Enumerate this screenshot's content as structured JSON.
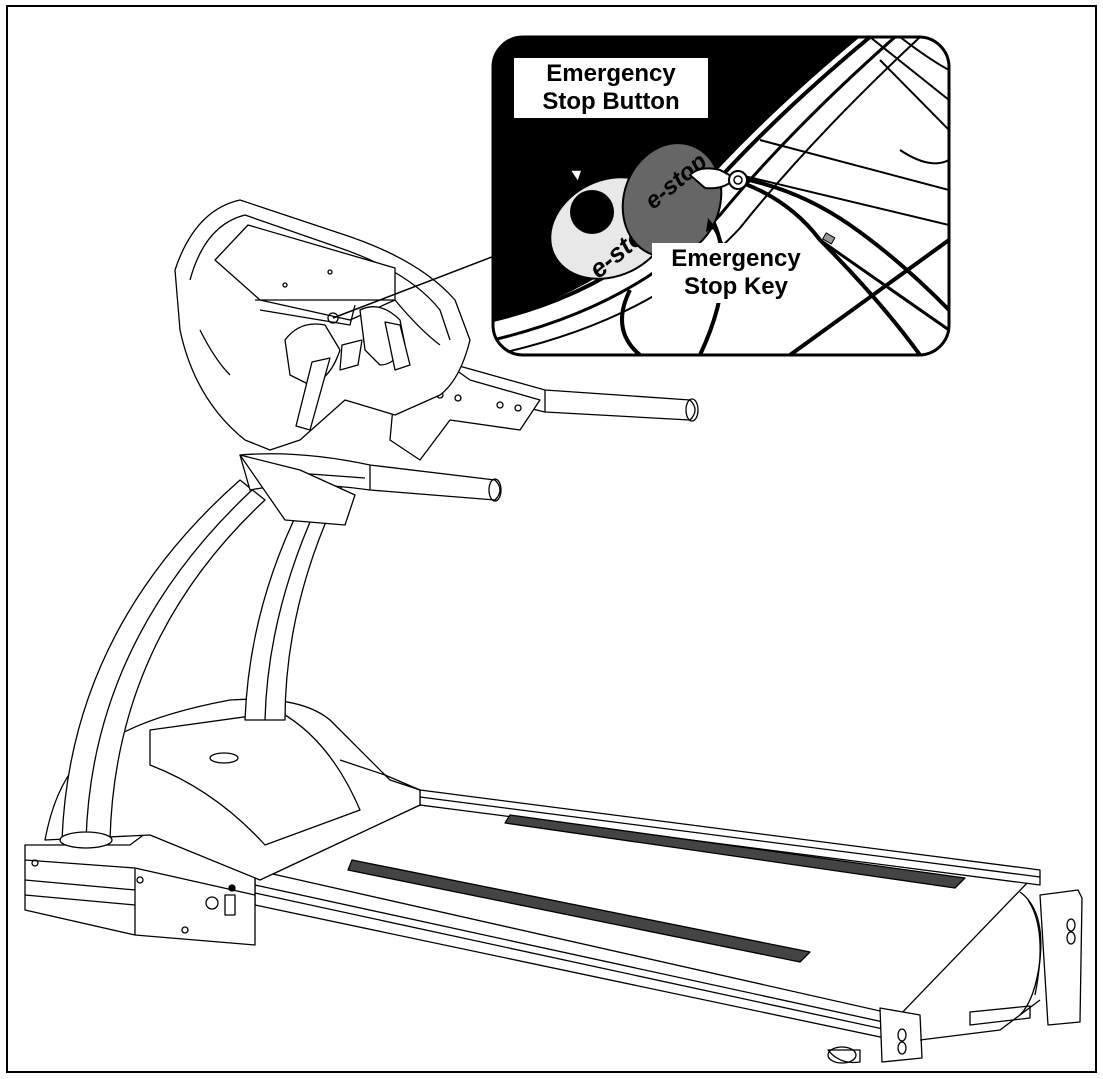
{
  "callouts": {
    "button_line1": "Emergency",
    "button_line2": "Stop Button",
    "key_line1": "Emergency",
    "key_line2": "Stop Key"
  },
  "key_face_text": "e-stop",
  "button_face_text": "e-stop",
  "colors": {
    "line": "#000000",
    "background": "#ffffff",
    "key_fill": "#666666",
    "button_fill": "#e8e8e8",
    "belt_strip": "#444444"
  }
}
